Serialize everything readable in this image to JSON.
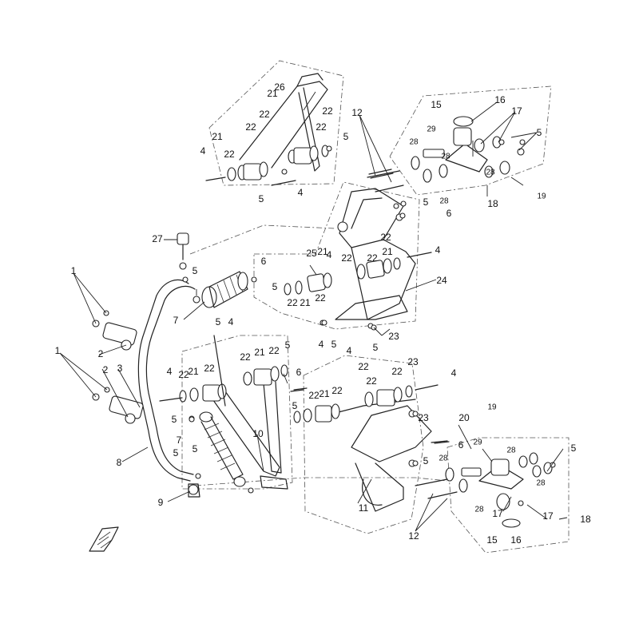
{
  "callouts": [
    {
      "id": "c1a",
      "text": "1"
    },
    {
      "id": "c1b",
      "text": "1"
    },
    {
      "id": "c2a",
      "text": "2"
    },
    {
      "id": "c2b",
      "text": "2"
    },
    {
      "id": "c3",
      "text": "3"
    },
    {
      "id": "c4a",
      "text": "4"
    },
    {
      "id": "c4b",
      "text": "4"
    },
    {
      "id": "c4c",
      "text": "4"
    },
    {
      "id": "c4d",
      "text": "4"
    },
    {
      "id": "c4e",
      "text": "4"
    },
    {
      "id": "c4f",
      "text": "4"
    },
    {
      "id": "c4g",
      "text": "4"
    },
    {
      "id": "c4h",
      "text": "4"
    },
    {
      "id": "c4i",
      "text": "4"
    },
    {
      "id": "c5a",
      "text": "5"
    },
    {
      "id": "c5b",
      "text": "5"
    },
    {
      "id": "c5c",
      "text": "5"
    },
    {
      "id": "c5d",
      "text": "5"
    },
    {
      "id": "c5e",
      "text": "5"
    },
    {
      "id": "c5f",
      "text": "5"
    },
    {
      "id": "c5g",
      "text": "5"
    },
    {
      "id": "c5h",
      "text": "5"
    },
    {
      "id": "c5i",
      "text": "5"
    },
    {
      "id": "c5j",
      "text": "5"
    },
    {
      "id": "c5k",
      "text": "5"
    },
    {
      "id": "c5l",
      "text": "5"
    },
    {
      "id": "c5m",
      "text": "5"
    },
    {
      "id": "c5n",
      "text": "5"
    },
    {
      "id": "c5o",
      "text": "5"
    },
    {
      "id": "c5p",
      "text": "5"
    },
    {
      "id": "c6a",
      "text": "6"
    },
    {
      "id": "c6b",
      "text": "6"
    },
    {
      "id": "c6c",
      "text": "6"
    },
    {
      "id": "c6d",
      "text": "6"
    },
    {
      "id": "c7a",
      "text": "7"
    },
    {
      "id": "c7b",
      "text": "7"
    },
    {
      "id": "c8",
      "text": "8"
    },
    {
      "id": "c9",
      "text": "9"
    },
    {
      "id": "c10",
      "text": "10"
    },
    {
      "id": "c11",
      "text": "11"
    },
    {
      "id": "c12a",
      "text": "12"
    },
    {
      "id": "c12b",
      "text": "12"
    },
    {
      "id": "c15a",
      "text": "15"
    },
    {
      "id": "c15b",
      "text": "15"
    },
    {
      "id": "c16a",
      "text": "16"
    },
    {
      "id": "c16b",
      "text": "16"
    },
    {
      "id": "c17a",
      "text": "17"
    },
    {
      "id": "c17b",
      "text": "17"
    },
    {
      "id": "c17c",
      "text": "17"
    },
    {
      "id": "c18a",
      "text": "18"
    },
    {
      "id": "c18b",
      "text": "18"
    },
    {
      "id": "c19a",
      "text": "19"
    },
    {
      "id": "c19b",
      "text": "19"
    },
    {
      "id": "c20",
      "text": "20"
    },
    {
      "id": "c21a",
      "text": "21"
    },
    {
      "id": "c21b",
      "text": "21"
    },
    {
      "id": "c21c",
      "text": "21"
    },
    {
      "id": "c21d",
      "text": "21"
    },
    {
      "id": "c21e",
      "text": "21"
    },
    {
      "id": "c21f",
      "text": "21"
    },
    {
      "id": "c21g",
      "text": "21"
    },
    {
      "id": "c21h",
      "text": "21"
    },
    {
      "id": "c22a",
      "text": "22"
    },
    {
      "id": "c22b",
      "text": "22"
    },
    {
      "id": "c22c",
      "text": "22"
    },
    {
      "id": "c22d",
      "text": "22"
    },
    {
      "id": "c22e",
      "text": "22"
    },
    {
      "id": "c22f",
      "text": "22"
    },
    {
      "id": "c22g",
      "text": "22"
    },
    {
      "id": "c22h",
      "text": "22"
    },
    {
      "id": "c22i",
      "text": "22"
    },
    {
      "id": "c22j",
      "text": "22"
    },
    {
      "id": "c22k",
      "text": "22"
    },
    {
      "id": "c22l",
      "text": "22"
    },
    {
      "id": "c22m",
      "text": "22"
    },
    {
      "id": "c22n",
      "text": "22"
    },
    {
      "id": "c22o",
      "text": "22"
    },
    {
      "id": "c22p",
      "text": "22"
    },
    {
      "id": "c22q",
      "text": "22"
    },
    {
      "id": "c22r",
      "text": "22"
    },
    {
      "id": "c22s",
      "text": "22"
    },
    {
      "id": "c23a",
      "text": "23"
    },
    {
      "id": "c23b",
      "text": "23"
    },
    {
      "id": "c23c",
      "text": "23"
    },
    {
      "id": "c24",
      "text": "24"
    },
    {
      "id": "c25",
      "text": "25"
    },
    {
      "id": "c26",
      "text": "26"
    },
    {
      "id": "c27",
      "text": "27"
    },
    {
      "id": "c28a",
      "text": "28"
    },
    {
      "id": "c28b",
      "text": "28"
    },
    {
      "id": "c28c",
      "text": "28"
    },
    {
      "id": "c28d",
      "text": "28"
    },
    {
      "id": "c28e",
      "text": "28"
    },
    {
      "id": "c28f",
      "text": "28"
    },
    {
      "id": "c28g",
      "text": "28"
    },
    {
      "id": "c28h",
      "text": "28"
    },
    {
      "id": "c29a",
      "text": "29"
    },
    {
      "id": "c29b",
      "text": "29"
    }
  ]
}
